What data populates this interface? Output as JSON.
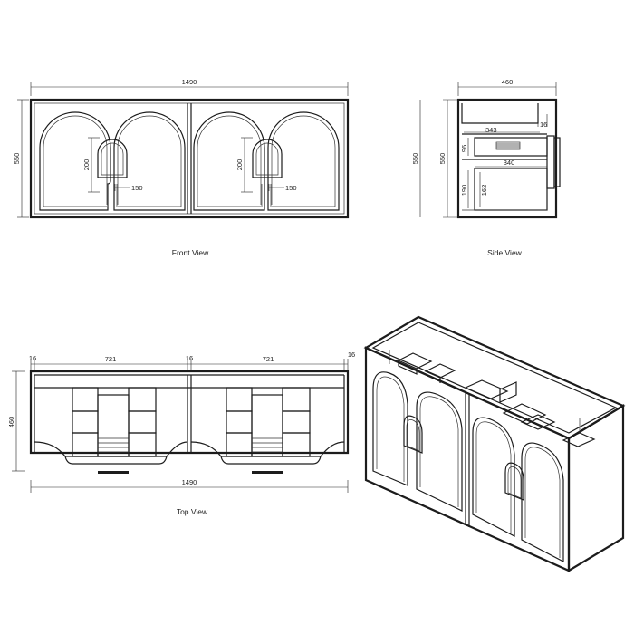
{
  "views": {
    "front": "Front View",
    "side": "Side View",
    "top": "Top View"
  },
  "dims": {
    "front_width": "1490",
    "front_height": "550",
    "front_cut_height_l": "200",
    "front_cut_width_l": "150",
    "front_cut_height_r": "200",
    "front_cut_width_r": "150",
    "side_depth": "460",
    "side_height_outer": "550",
    "side_height_inner": "550",
    "side_drawer_depth": "343",
    "side_panel": "16",
    "side_drawer_h": "96",
    "side_shelf_depth": "340",
    "side_lower_h": "190",
    "side_lower_inner": "162",
    "top_edge_l": "16",
    "top_bay_l": "721",
    "top_mid": "16",
    "top_bay_r": "721",
    "top_edge_r": "16",
    "top_depth": "460",
    "top_width": "1490"
  }
}
